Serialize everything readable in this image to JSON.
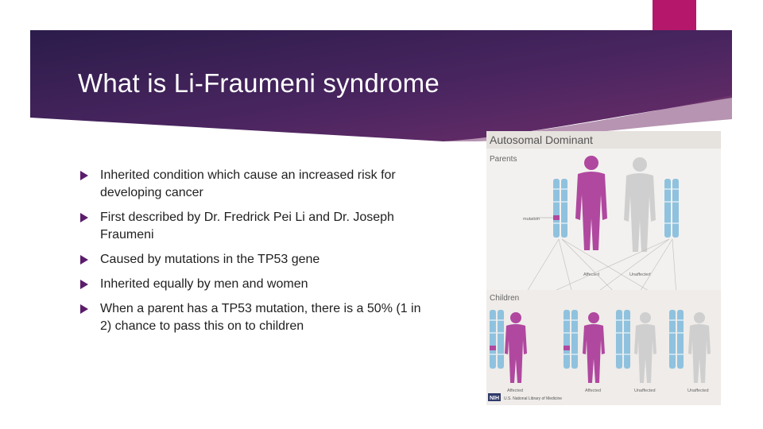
{
  "slide": {
    "title": "What is Li-Fraumeni syndrome",
    "accent_color": "#b5176b",
    "banner_colors": [
      "#2b1c4a",
      "#6e2f6a"
    ],
    "bullet_color": "#5b1d6b"
  },
  "bullets": [
    "Inherited condition which cause an increased risk for developing cancer",
    "First described by Dr. Fredrick Pei Li and Dr. Joseph Fraumeni",
    "Caused by mutations in the TP53 gene",
    "Inherited equally by men and women",
    "When a parent has a TP53 mutation, there is a 50% (1 in 2) chance to pass this on to children"
  ],
  "figure": {
    "title": "Autosomal Dominant",
    "parents_label": "Parents",
    "children_label": "Children",
    "mutation_label": "mutation",
    "parent_labels": [
      "Affected",
      "Unaffected"
    ],
    "child_labels": [
      "Affected",
      "Affected",
      "Unaffected",
      "Unaffected"
    ],
    "credit_logo": "NIH",
    "credit_text": "U.S. National Library of Medicine",
    "affected_color": "#b0489f",
    "unaffected_color": "#cfcfcf",
    "chromosome_color": "#8fc2de"
  }
}
